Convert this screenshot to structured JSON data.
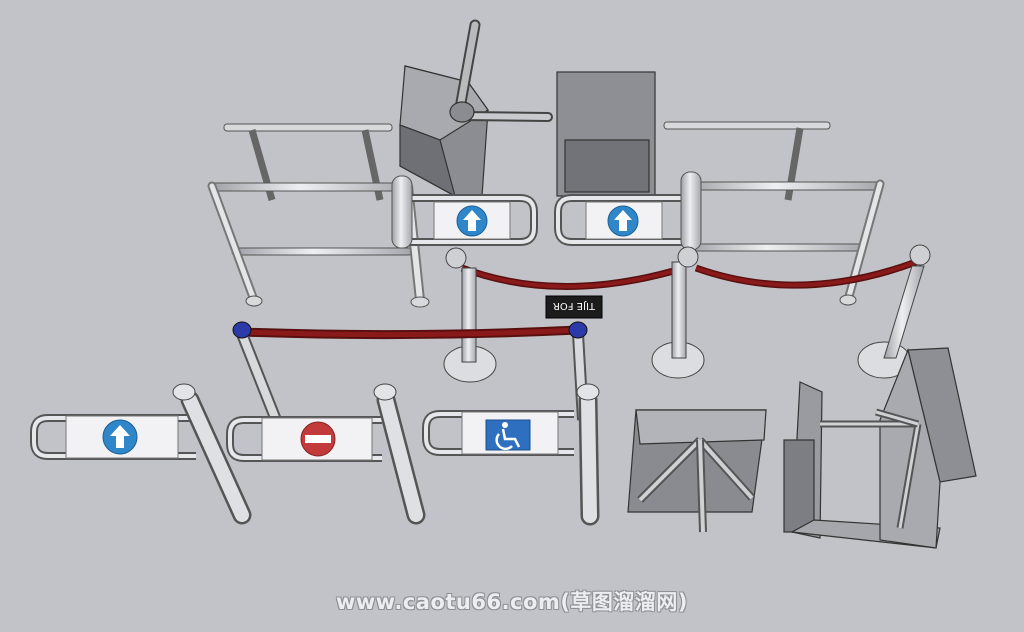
{
  "scene": {
    "subject": "turnstiles-and-barriers-3d-model",
    "background_color": "#c2c3c8",
    "metal_color": "#dcdde2",
    "rope_color": "#8a1a1a",
    "sign_blue": "#2f86c8",
    "sign_red": "#c23a3a",
    "post_cap_blue": "#2b3aa8"
  },
  "sign": {
    "text": "TIJE FOR"
  },
  "watermark": {
    "text": "www.caotu66.com(草图溜溜网)"
  }
}
